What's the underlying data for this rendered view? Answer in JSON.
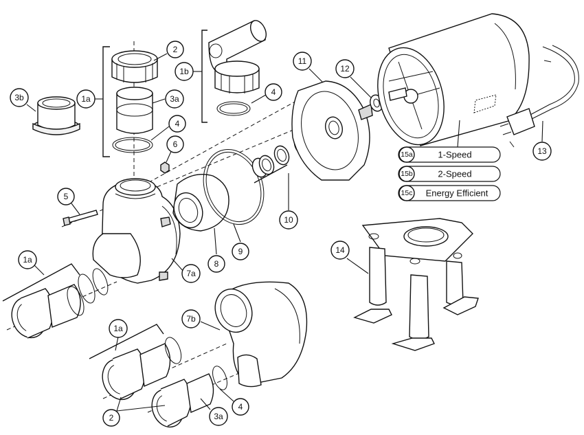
{
  "callouts": {
    "c2_top": "2",
    "c1a_top": "1a",
    "c3a_top": "3a",
    "c4_left": "4",
    "c3b": "3b",
    "c6": "6",
    "c1b": "1b",
    "c4_right": "4",
    "c11": "11",
    "c12": "12",
    "c13": "13",
    "c5": "5",
    "c10": "10",
    "c9": "9",
    "c8": "8",
    "c7a": "7a",
    "c1a_mid": "1a",
    "c14": "14",
    "c7b": "7b",
    "c1a_bot": "1a",
    "c2_bot": "2",
    "c3a_bot": "3a",
    "c4_bot": "4"
  },
  "motor_options": [
    {
      "code": "15a",
      "label": "1-Speed"
    },
    {
      "code": "15b",
      "label": "2-Speed"
    },
    {
      "code": "15c",
      "label": "Energy Efficient"
    }
  ]
}
